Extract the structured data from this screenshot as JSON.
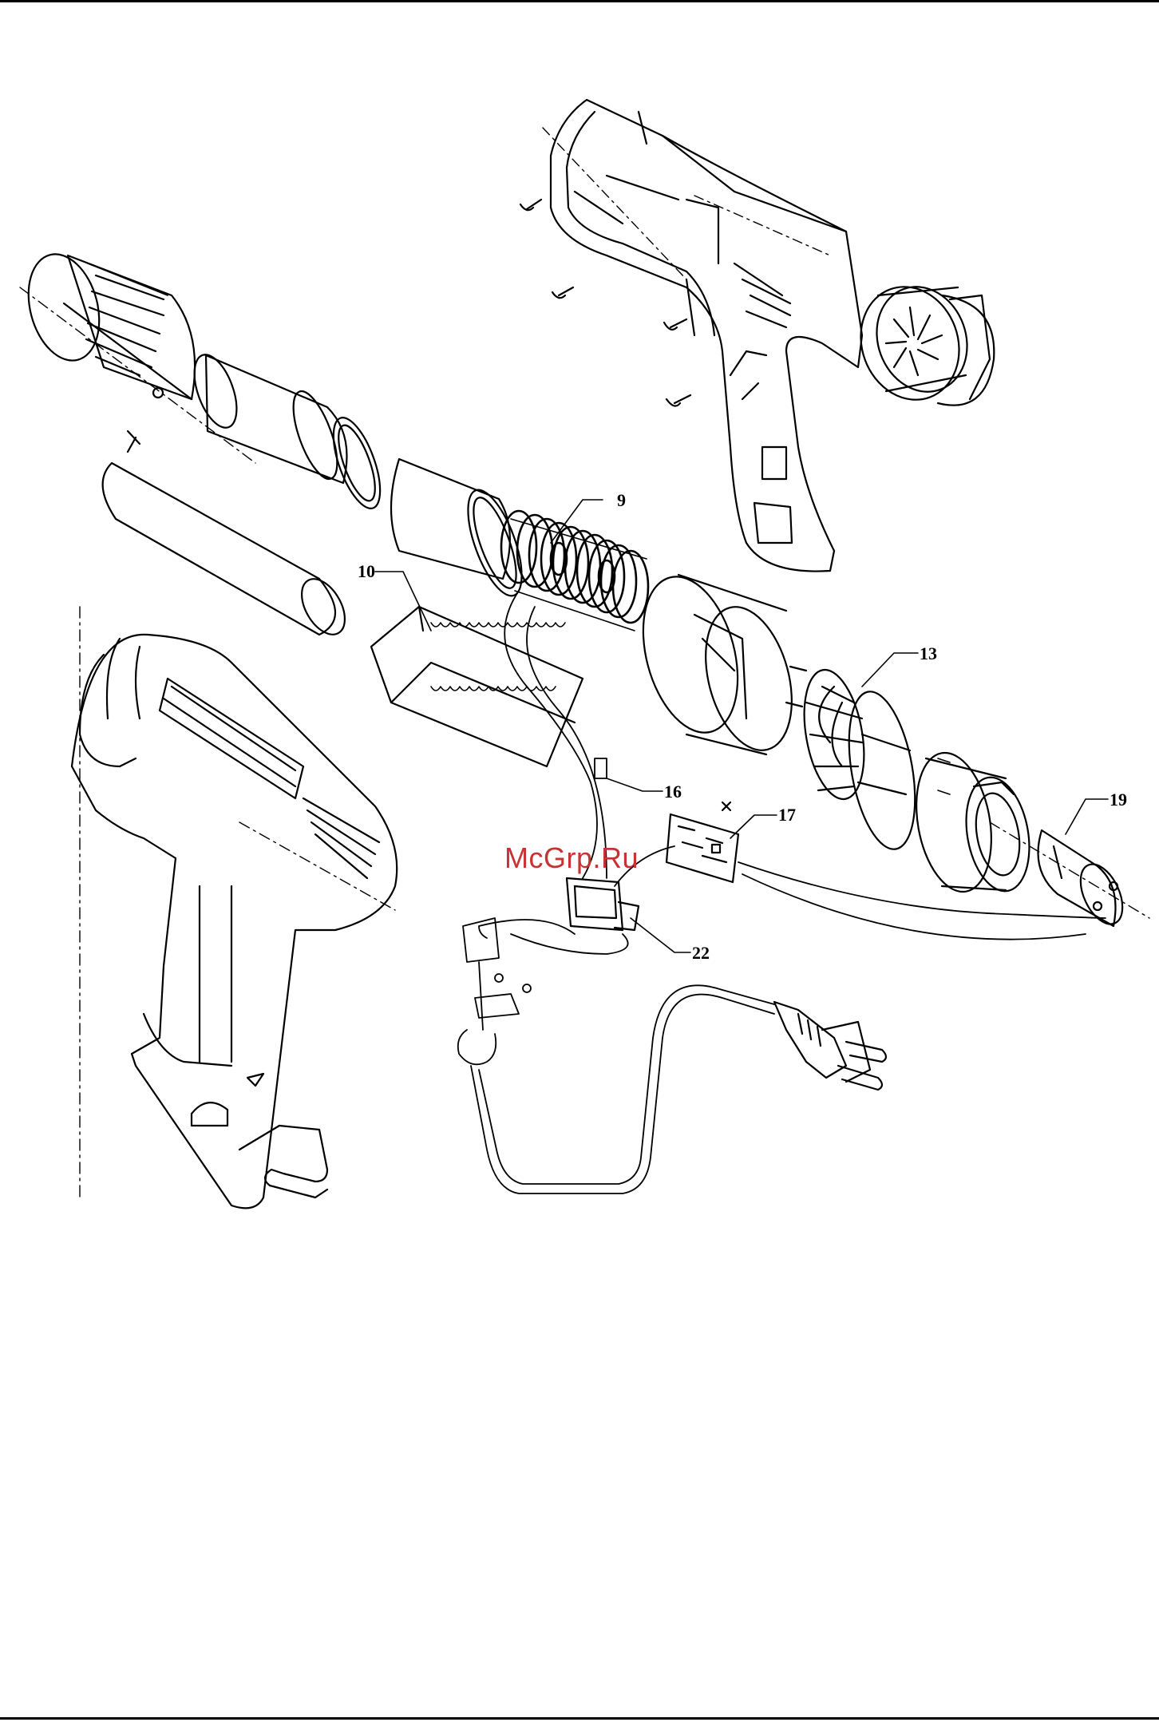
{
  "callouts": [
    {
      "id": "9",
      "label": "9"
    },
    {
      "id": "10",
      "label": "10"
    },
    {
      "id": "13",
      "label": "13"
    },
    {
      "id": "16",
      "label": "16"
    },
    {
      "id": "17",
      "label": "17"
    },
    {
      "id": "19",
      "label": "19"
    },
    {
      "id": "22",
      "label": "22"
    }
  ],
  "watermark": "McGrp.Ru",
  "colors": {
    "line": "#000000",
    "background": "#ffffff",
    "watermark": "#c83232"
  }
}
